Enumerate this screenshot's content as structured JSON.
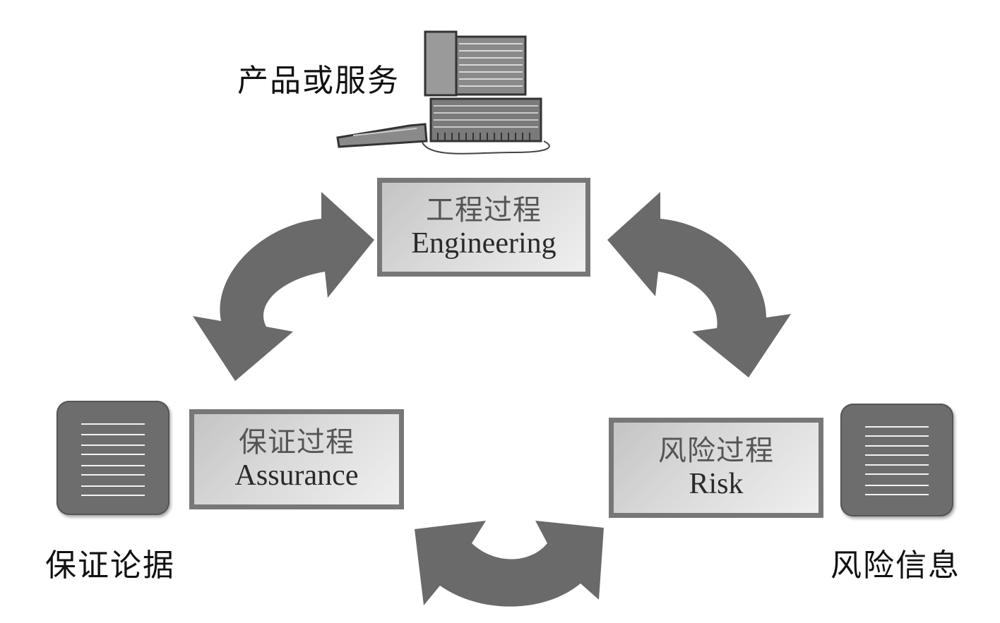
{
  "title_label": "产品或服务",
  "engineering": {
    "cn": "工程过程",
    "en": "Engineering"
  },
  "assurance": {
    "cn": "保证过程",
    "en": "Assurance"
  },
  "risk": {
    "cn": "风险过程",
    "en": "Risk"
  },
  "assurance_output_label": "保证论据",
  "risk_output_label": "风险信息",
  "icons": {
    "product": "computer-icon",
    "assurance_doc": "document-icon",
    "risk_doc": "document-icon",
    "arrows": "curved-double-arrow-icon"
  },
  "colors": {
    "arrow": "#6a6a6a",
    "box_border": "#777777",
    "doc_fill": "#6d6d6d"
  }
}
